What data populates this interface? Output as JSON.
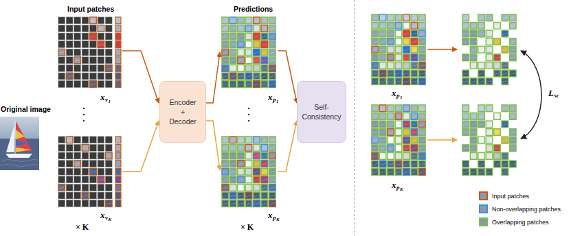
{
  "diagram": {
    "nodes": [
      {
        "text": [
          "Encoder + Decoder"
        ]
      },
      {
        "text": [
          "Self-Consistency"
        ]
      }
    ],
    "labels": [
      "Original image",
      "Input patches",
      "x",
      "v",
      "1",
      "x",
      "v",
      "K",
      "× K",
      "Predictions",
      "x",
      "p",
      "1",
      "x",
      "p",
      "K",
      "× K",
      "x",
      "p",
      "1",
      "x",
      "p",
      "K",
      "L",
      "sc"
    ],
    "legend": [
      {
        "text": "Input patches",
        "color": "#c55a11"
      },
      {
        "text": "Non-overlapping patches",
        "color": "#3d8fd6"
      },
      {
        "text": "Overlapping patches",
        "color": "#7ac143"
      }
    ]
  }
}
